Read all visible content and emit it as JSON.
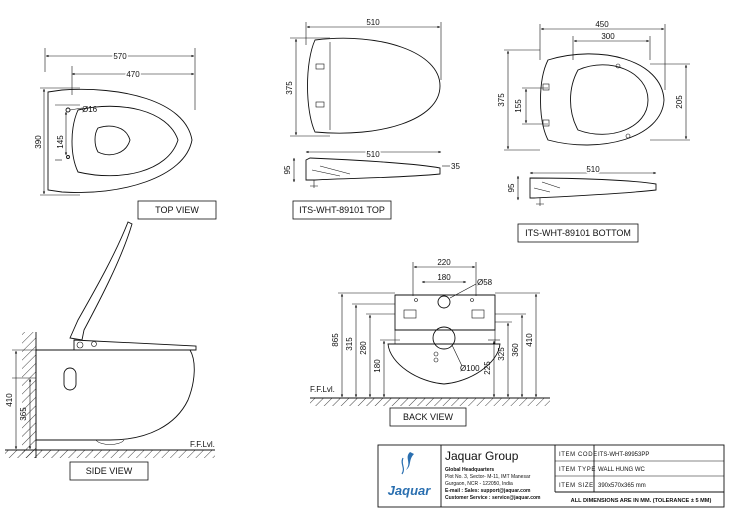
{
  "views": {
    "top_view": {
      "label": "TOP VIEW",
      "dims": {
        "overall_length": "570",
        "inner_length": "470",
        "width": "390",
        "hole_dia": "Ø16",
        "hole_offset": "145"
      }
    },
    "seat_top": {
      "label": "ITS-WHT-89101 TOP",
      "dims": {
        "width": "510",
        "depth": "375",
        "side_width": "510",
        "height": "95",
        "thickness": "35"
      }
    },
    "seat_bottom": {
      "label": "ITS-WHT-89101 BOTTOM",
      "dims": {
        "width": "450",
        "inner_width": "300",
        "depth": "375",
        "bracket": "155",
        "hole_span": "205",
        "side_width": "510",
        "height": "95"
      }
    },
    "side_view": {
      "label": "SIDE VIEW",
      "floor_label": "F.F.Lvl.",
      "dims": {
        "total_height": "410",
        "body_height": "365"
      }
    },
    "back_view": {
      "label": "BACK VIEW",
      "floor_label": "F.F.Lvl.",
      "dims": {
        "top_span": "220",
        "inner_span": "180",
        "pipe_dia": "Ø58",
        "outlet_dia": "Ø100",
        "outlet_height": "180",
        "h_865": "865",
        "h_315": "315",
        "h_280": "280",
        "h_225": "225",
        "h_325": "325",
        "h_360": "360",
        "h_410": "410"
      }
    }
  },
  "title_block": {
    "company": "Jaquar Group",
    "logo_text": "Jaquar",
    "hq_title": "Global Headquarters",
    "address_line1": "Plot No. 3, Sector- M-11, IMT Manesar",
    "address_line2": "Gurgaon, NCR - 122050, India",
    "email": "E-mail : Sales: support@jaquar.com",
    "customer_service": "Customer Service : service@jaquar.com",
    "fields": [
      {
        "label": "ITEM CODE",
        "value": "ITS-WHT-89953PP"
      },
      {
        "label": "ITEM TYPE",
        "value": "WALL HUNG WC"
      },
      {
        "label": "ITEM SIZE",
        "value": "390x570x365 mm"
      }
    ],
    "note": "ALL DIMENSIONS ARE IN MM. (TOLERANCE ± 5 MM)"
  }
}
